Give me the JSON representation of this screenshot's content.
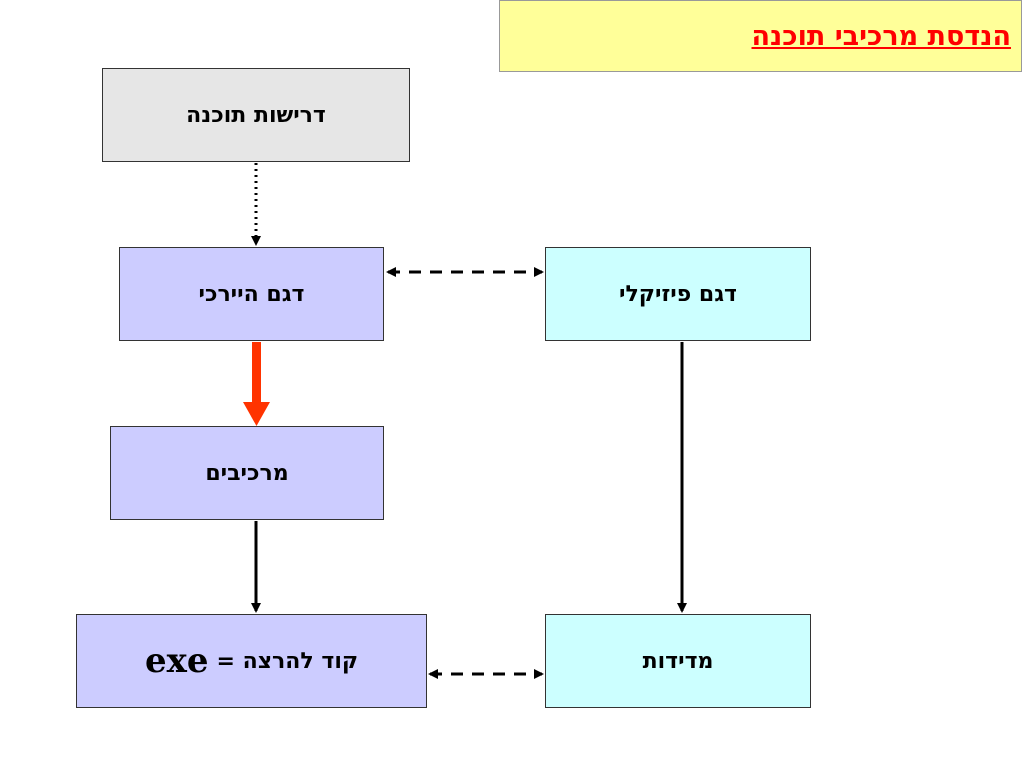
{
  "title": "הנדסת מרכיבי תוכנה",
  "nodes": {
    "requirements": "דרישות תוכנה",
    "hierarchical_model": "דגם היירכי",
    "physical_model": "דגם פיזיקלי",
    "components": "מרכיבים",
    "run_code_label": "קוד להרצה =",
    "run_code_exe": "exe",
    "measurements": "מדידות"
  },
  "colors": {
    "title_bg": "#ffff99",
    "title_text": "#ff0000",
    "requirements_bg": "#e6e6e6",
    "model_bg": "#ccccff",
    "physical_bg": "#ccffff",
    "highlight_arrow": "#ff3300"
  }
}
